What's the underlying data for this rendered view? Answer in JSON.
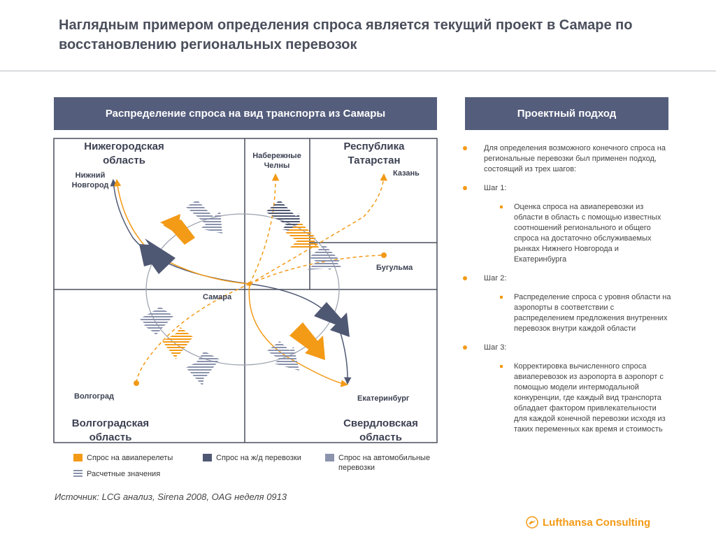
{
  "title": "Наглядным примером определения спроса является текущий проект в Самаре по восстановлению региональных перевозок",
  "left_panel": {
    "header": "Распределение спроса на вид транспорта из Самары",
    "regions": {
      "nizhny_region": "Нижегородская область",
      "tatarstan": "Республика Татарстан",
      "volgograd_region": "Волгоградская область",
      "sverdlovsk_region": "Свердловская область"
    },
    "cities": {
      "nizhny": "Нижний Новгород",
      "chelny": "Набережные Челны",
      "kazan": "Казань",
      "bugulma": "Бугульма",
      "samara": "Самара",
      "volgograd": "Волгоград",
      "ekaterinburg": "Екатеринбург"
    }
  },
  "legend": {
    "air": "Спрос на авиаперелеты",
    "rail": "Спрос на ж/д перевозки",
    "road": "Спрос на автомобильные перевозки",
    "estimated": "Расчетные значения"
  },
  "source": "Источник: LCG анализ, Sirena 2008, OAG неделя 0913",
  "right_panel": {
    "header": "Проектный подход",
    "intro": "Для определения возможного конечного спроса на региональные перевозки был применен подход, состоящий из трех шагов:",
    "steps": [
      {
        "label": "Шаг 1:",
        "text": "Оценка спроса на авиаперевозки из области в область с помощью известных соотношений регионального и общего спроса на достаточно обслуживаемых рынках Нижнего Новгорода и Екатеринбурга"
      },
      {
        "label": "Шаг 2:",
        "text": "Распределение спроса с уровня области на аэропорты в соответствии с распределением предложения внутренних перевозок внутри каждой области"
      },
      {
        "label": "Шаг 3:",
        "text": "Корректировка вычисленного спроса авиаперевозок из аэропорта в аэропорт с помощью модели интермодальной конкуренции, где каждый вид транспорта обладает фактором привлекательности для каждой конечной перевозки исходя из таких переменных как время и стоимость"
      }
    ]
  },
  "logo": {
    "text": "Lufthansa Consulting",
    "icon": "crane-icon"
  },
  "colors": {
    "air": "#f39a16",
    "rail": "#4f5873",
    "road": "#8b93ad",
    "header": "#545d7c"
  }
}
